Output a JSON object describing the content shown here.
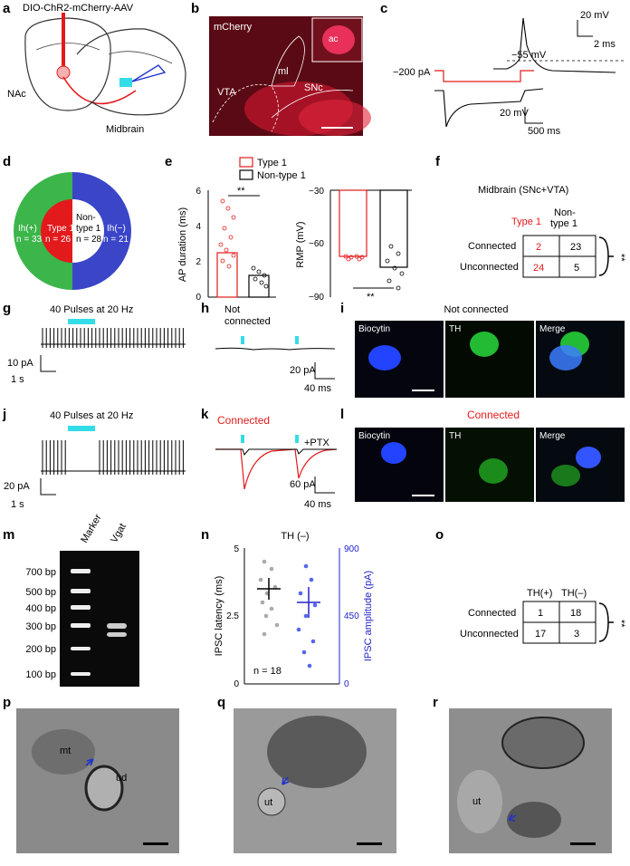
{
  "panels": {
    "a": {
      "letter": "a",
      "virus": "DIO-ChR2-mCherry-AAV",
      "region1": "NAc",
      "region2": "Midbrain"
    },
    "b": {
      "letter": "b",
      "stain": "mCherry",
      "ml": "ml",
      "vta": "VTA",
      "snc": "SNc",
      "inset": "ac"
    },
    "c": {
      "letter": "c",
      "current": "−200 pA",
      "threshold": "−55 mV",
      "scale_top_v": "20 mV",
      "scale_top_t": "2 ms",
      "scale_bot_v": "20 mV",
      "scale_bot_t": "500 ms"
    },
    "d": {
      "letter": "d",
      "ih_plus": "Ih(+)",
      "ih_plus_n": "n = 33",
      "ih_minus": "Ih(−)",
      "ih_minus_n": "n = 21",
      "type1": "Type 1",
      "type1_n": "n = 26",
      "nontype_a": "Non-",
      "nontype_b": "type 1",
      "nontype_n": "n = 28"
    },
    "e": {
      "letter": "e",
      "legend1": "Type 1",
      "legend2": "Non-type 1",
      "ylabel1": "AP duration (ms)",
      "ylabel2": "RMP (mV)",
      "sig": "**",
      "ticks1": [
        "0",
        "2",
        "4",
        "6"
      ],
      "ticks2": [
        "−30",
        "−60",
        "−90"
      ]
    },
    "f": {
      "letter": "f",
      "title": "Midbrain (SNc+VTA)",
      "col1": "Type 1",
      "col2a": "Non-",
      "col2b": "type 1",
      "row1": "Connected",
      "row2": "Unconnected",
      "cells": [
        "2",
        "23",
        "24",
        "5"
      ],
      "sig": "**"
    },
    "g": {
      "letter": "g",
      "stim": "40 Pulses at 20 Hz",
      "scale_i": "10 pA",
      "scale_t": "1 s"
    },
    "h": {
      "letter": "h",
      "label_a": "Not",
      "label_b": "connected",
      "scale_i": "20 pA",
      "scale_t": "40 ms"
    },
    "i": {
      "letter": "i",
      "title": "Not connected",
      "ch1": "Biocytin",
      "ch2": "TH",
      "ch3": "Merge"
    },
    "j": {
      "letter": "j",
      "stim": "40 Pulses at 20 Hz",
      "scale_i": "20 pA",
      "scale_t": "1 s"
    },
    "k": {
      "letter": "k",
      "label": "Connected",
      "ptx": "+PTX",
      "scale_i": "60 pA",
      "scale_t": "40 ms"
    },
    "l": {
      "letter": "l",
      "title": "Connected",
      "ch1": "Biocytin",
      "ch2": "TH",
      "ch3": "Merge"
    },
    "m": {
      "letter": "m",
      "lane1": "Marker",
      "lane2": "Vgat",
      "bands": [
        "700 bp",
        "500 bp",
        "400 bp",
        "300 bp",
        "200 bp",
        "100 bp"
      ]
    },
    "n": {
      "letter": "n",
      "title": "TH (–)",
      "ylabel1": "IPSC latency (ms)",
      "ylabel2": "IPSC amplitude (pA)",
      "ticks1": [
        "0",
        "2.5",
        "5"
      ],
      "ticks2": [
        "0",
        "450",
        "900"
      ],
      "n": "n = 18"
    },
    "o": {
      "letter": "o",
      "col1": "TH(+)",
      "col2": "TH(–)",
      "row1": "Connected",
      "row2": "Unconnected",
      "cells": [
        "1",
        "18",
        "17",
        "3"
      ],
      "sig": "**"
    },
    "p": {
      "letter": "p",
      "lbl1": "mt",
      "lbl2": "ud"
    },
    "q": {
      "letter": "q",
      "lbl1": "ut"
    },
    "r": {
      "letter": "r",
      "lbl1": "ut"
    }
  },
  "colors": {
    "red": "#e31a1c",
    "green": "#3cb54a",
    "blue": "#3a45c8",
    "cyan": "#33dde8"
  }
}
